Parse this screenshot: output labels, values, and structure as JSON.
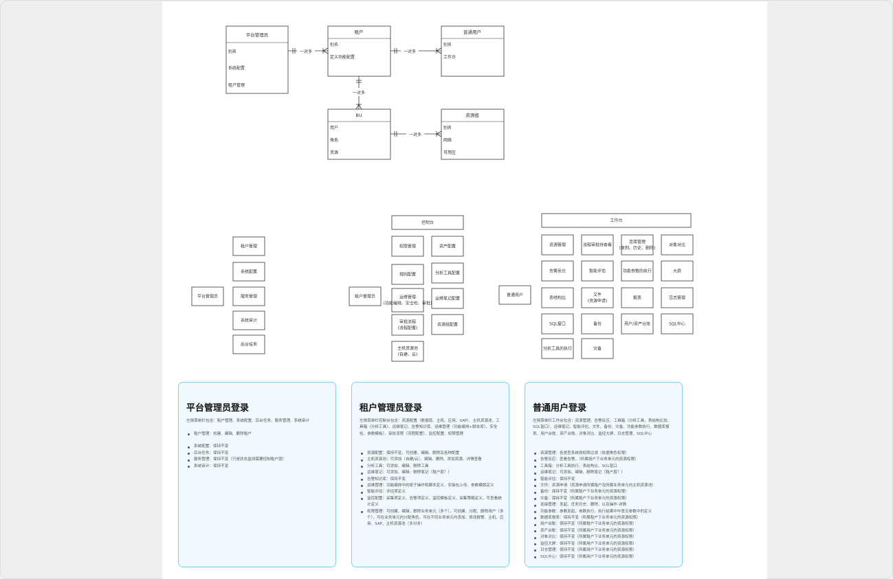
{
  "er": {
    "platform_admin": {
      "title": "平台管理员",
      "fields": [
        "别名",
        "系统配置",
        "租户管理"
      ]
    },
    "tenant": {
      "title": "租户",
      "fields": [
        "别名",
        "定义功能配置"
      ]
    },
    "normal_user": {
      "title": "普通用户",
      "fields": [
        "别名",
        "工作台"
      ]
    },
    "bu": {
      "title": "BU",
      "fields": [
        "用户",
        "角色",
        "资源"
      ]
    },
    "resource_group": {
      "title": "资源组",
      "fields": [
        "别名",
        "网络",
        "可用区"
      ]
    },
    "rel_admin_tenant": "一对多",
    "rel_tenant_user": "一对多",
    "rel_tenant_bu": "一对多",
    "rel_bu_group": "一对多"
  },
  "platform_tree": {
    "root": "平台管理员",
    "items": [
      "租户管理",
      "系统配置",
      "服务管理",
      "系统审计",
      "后台任务"
    ]
  },
  "tenant_tree": {
    "root": "租户管理员",
    "header": "控制台",
    "left": [
      "权限管理",
      "规则配置",
      "运维管理\n(功能编排、安全检、审批)",
      "审批流程\n(流程配置)",
      "主机资源池\n(自建、云)"
    ],
    "right": [
      "资产配置",
      "分析工具配置",
      "运维笔记配置",
      "资源组配置"
    ]
  },
  "user_tree": {
    "root": "普通用户",
    "header": "工作台",
    "grid": [
      [
        "资源管理",
        "流程审批待查看",
        "连接管理\n(复制、历史、删除)",
        "对象对比"
      ],
      [
        "告警反应",
        "智能评估",
        "功能参数的执行",
        "大屏"
      ],
      [
        "表结构比",
        "文件\n(资源申请)",
        "报表",
        "日志管理"
      ],
      [
        "SQL窗口",
        "备份",
        "用户/资产台账",
        "SQL中心"
      ],
      [
        "分析工具的执行",
        "灾备"
      ]
    ]
  },
  "cards": [
    {
      "title": "平台管理员登录",
      "intro": "左侧菜单栏包含：租户管理、系统配置、后台任务、服务管理、系统审计",
      "groups": [
        [
          "租户管理：创建、编辑、删除租户"
        ],
        [
          "系统配置：保持不变",
          "后台任务：保持不变",
          "服务管理：保持不变（只是状态监测需要控制租户层）",
          "系统审计：保持不变"
        ]
      ]
    },
    {
      "title": "租户管理员登录",
      "intro": "左侧菜单栏控制台包含：资源配置（数据库、主机、应用、SAP）、主机资源池、工具箱（分析工具）、运维笔记、告警知识库、运维管理（功能编排+脚本库）、安全检、参数模板）、审批流程（流程配置）、监控配置、权限管理",
      "groups": [
        [
          "资源配置：保持不变，可创建、编辑、删除及各种配置",
          "主机资源池：可添加（自建/云）、编辑、删除、添加资源、详情查看",
          "分析工具：可添加、编辑、删除工具",
          "运维笔记：可添加、编辑、删除笔记（租户层？）",
          "告警知识库：保持不变",
          "运维管理：功能编排中的原子操作和脚本定义、安装包上传、参数模版定义",
          "智能评估：评估项定义",
          "监控配置：采集项定义、告警项定义、监控模板定义、采集策略定义、可查看统计定义",
          "权限管理：可创建、编辑、删除业务单元（多个），可创建、分配、删除用户（多个），可在业务单元内分配角色，可在不同业务单元内添加、修改报警、主机、应用、SAP、主机资源池（多对多）"
        ]
      ]
    },
    {
      "title": "普通用户登录",
      "intro": "左侧菜单栏工作台包含：资源管理、告警反应、工具箱（分析工具、表结构比较、SQL窗口）、运维笔记、智能评估、文件、备份、灾备、功能参数执行、数据库报表、用户台账、资产台账、对象对比、监控大屏、日志管理、SQL中心",
      "groups": [
        [
          "资源管理：各类型系统按权限过滤（依据角色权限）",
          "告警反应：查看告警，（所属用户下业务单元的资源权限）",
          "工具箱：分析工具执行、表结构比、SQL窗口",
          "运维笔记：可添加、编辑、删除笔记（租户层？）",
          "智能评估：保持不变",
          "文件：资源申请（资源申请所属租户及所属业务单元内主机资源池）",
          "备份：保持不变（所属租户下业务单元的资源权限）",
          "灾备：保持不变（所属租户下业务单元的资源权限）",
          "连接管理：发起、任务历史、删除、以及操作-详情",
          "功能参数：参数发起，参数执行，执行结果中中意见参数中的定义",
          "数据库报表：保持不变（所属租户下业务单元的资源权限）",
          "用户台账：保持不变（所属租户下业务单元的资源权限）",
          "资产台账：保持不变（所属用户下业务单元的资源权限）",
          "对象对比：保持不变（所属租户下业务单元的资源权限）",
          "监控大屏：保持不变（所属用户下业务单元的资源权限）",
          "日志管理：保持不变（所属用户下业务单元的资源权限）",
          "SQL中心：保持不变（所属用户下业务单元的资源权限）"
        ]
      ]
    }
  ]
}
